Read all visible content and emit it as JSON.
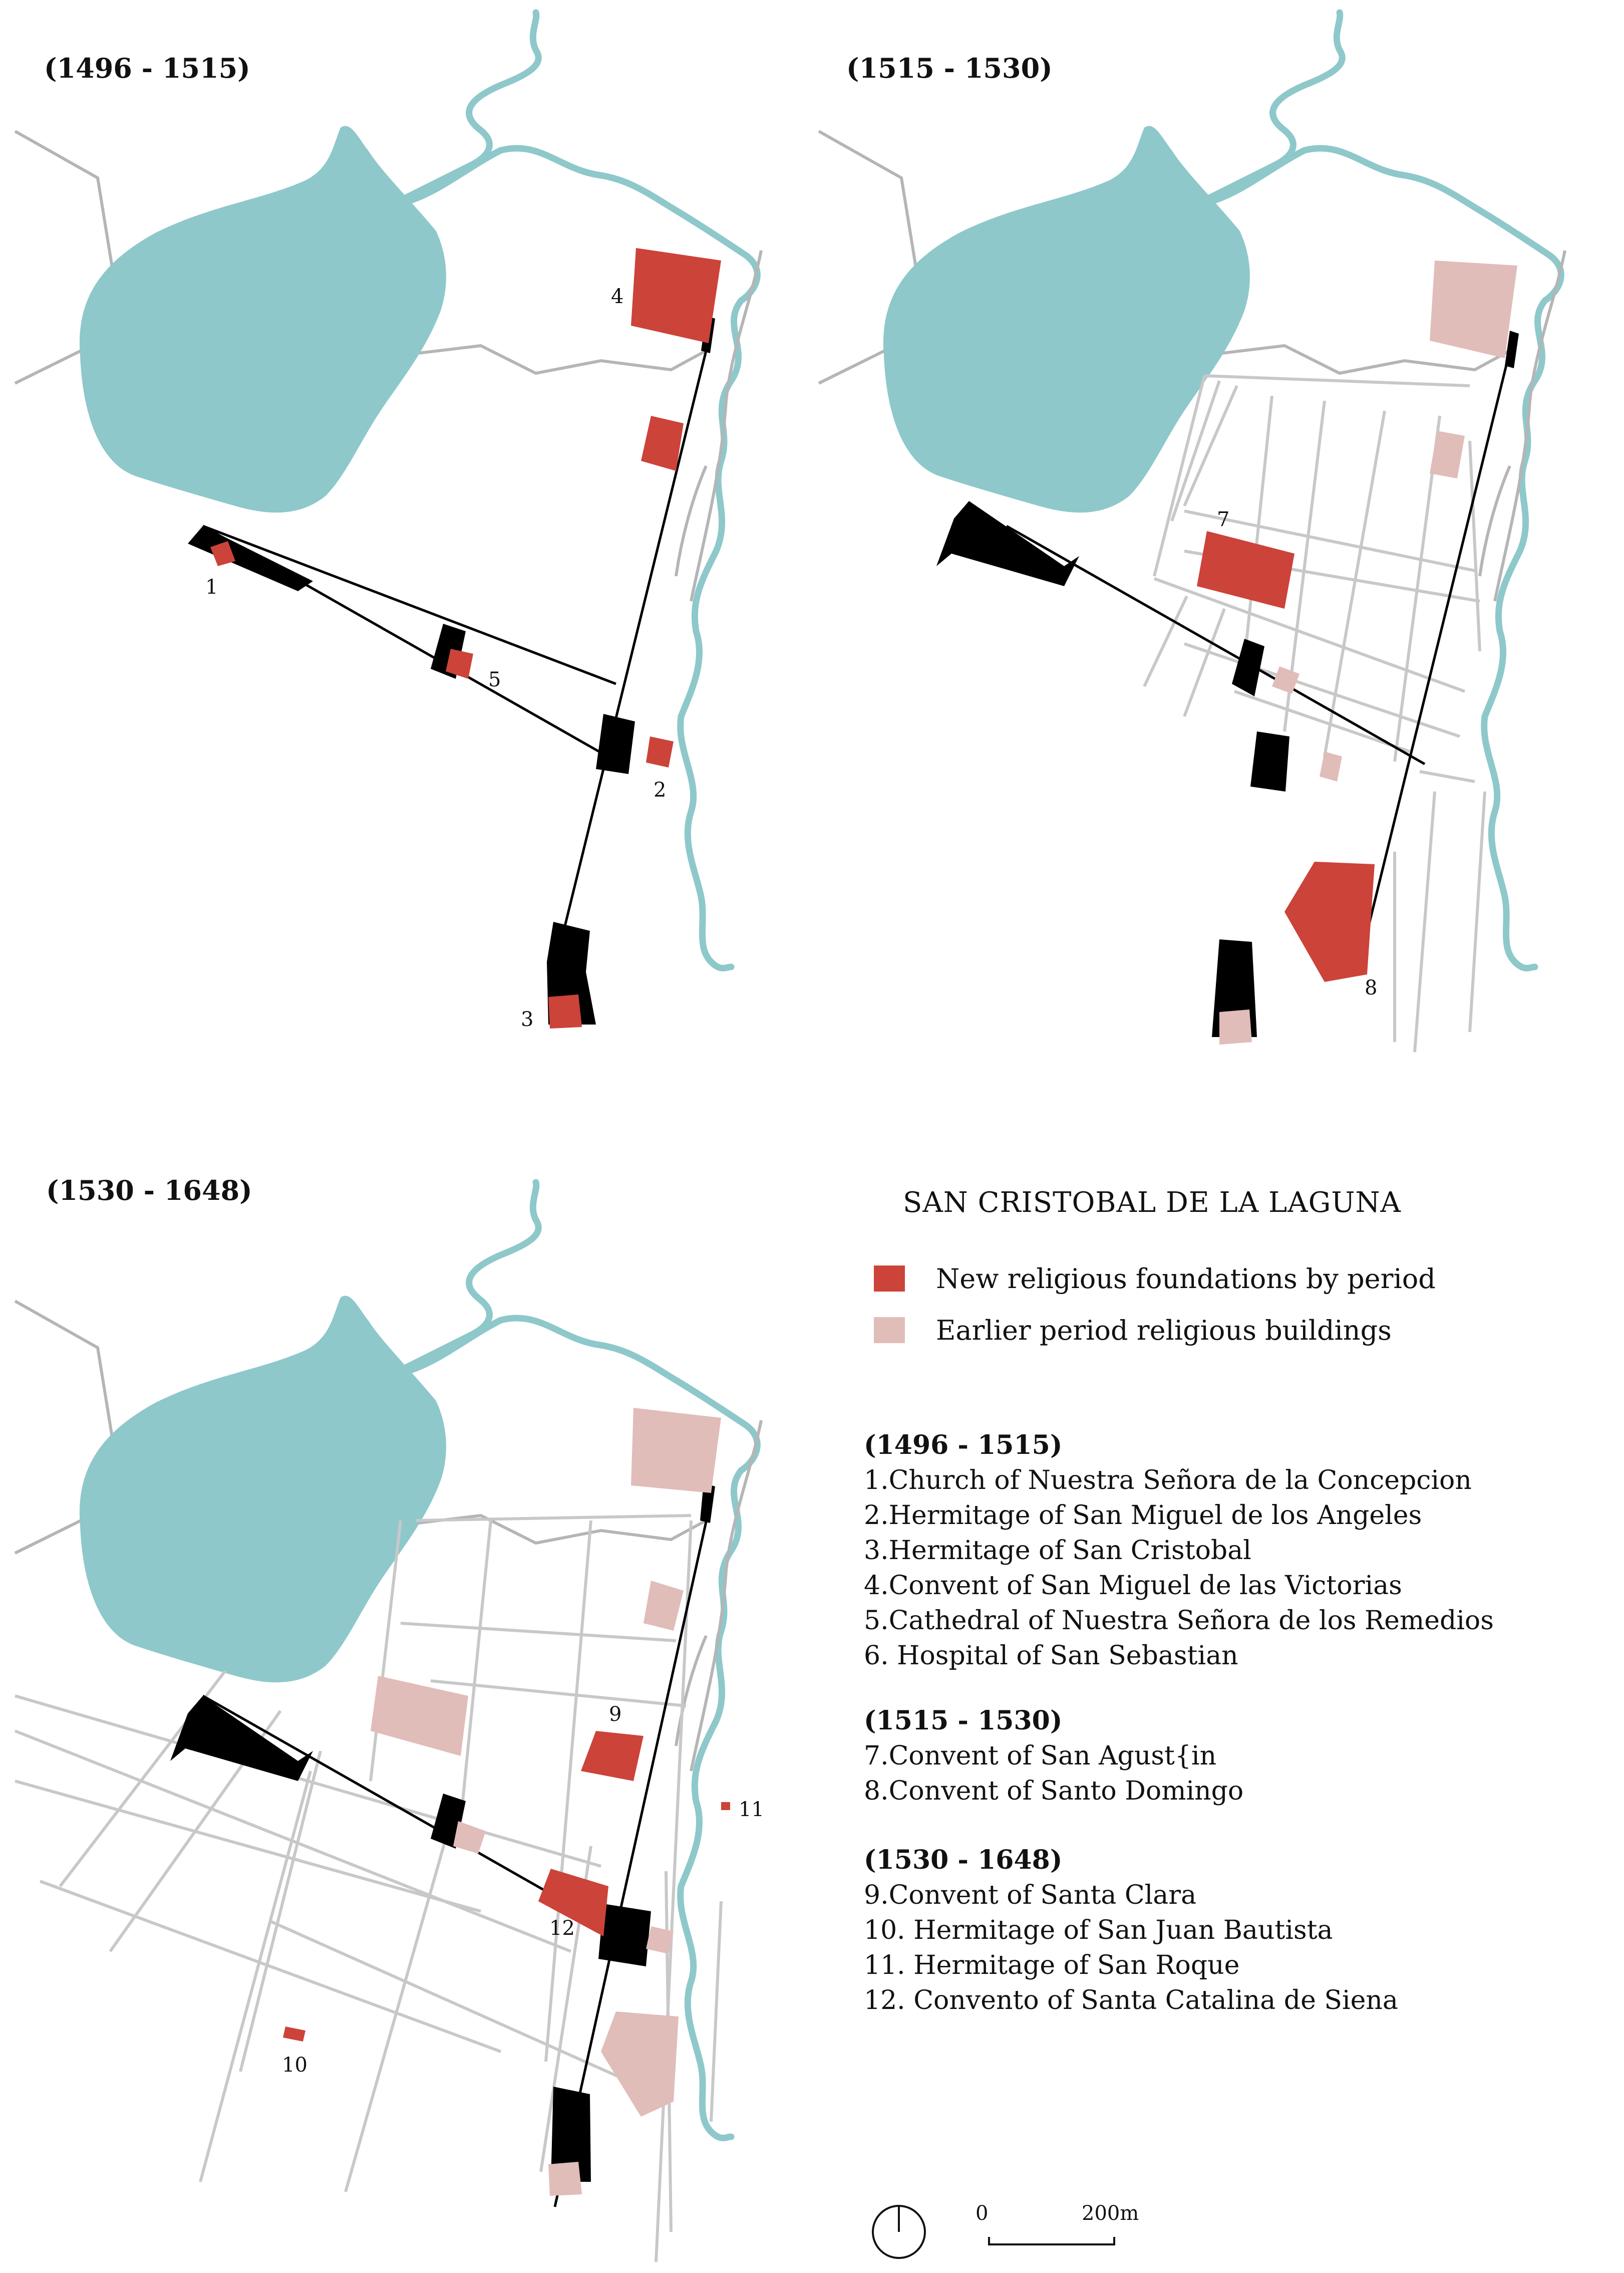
{
  "panels": [
    {
      "period": "(1496 - 1515)",
      "numbers": [
        "1",
        "2",
        "3",
        "4",
        "5"
      ]
    },
    {
      "period": "(1515 - 1530)",
      "numbers": [
        "7",
        "8"
      ]
    },
    {
      "period": "(1530 - 1648)",
      "numbers": [
        "9",
        "10",
        "11",
        "12"
      ]
    }
  ],
  "legend": {
    "title": "SAN CRISTOBAL DE LA LAGUNA",
    "items": [
      {
        "label": "New religious foundations by period",
        "color": "#cc4339"
      },
      {
        "label": "Earlier period religious buildings",
        "color": "#e0bdb9"
      }
    ]
  },
  "groups": [
    {
      "heading": "(1496 - 1515)",
      "items": [
        "1.Church of Nuestra Señora de la Concepcion",
        "2.Hermitage of San Miguel de los Angeles",
        "3.Hermitage of San Cristobal",
        "4.Convent of San Miguel de las Victorias",
        "5.Cathedral of Nuestra Señora de los Remedios",
        "6. Hospital of San Sebastian"
      ]
    },
    {
      "heading": "(1515 - 1530)",
      "items": [
        "7.Convent of San Agust{in",
        "8.Convent of Santo Domingo"
      ]
    },
    {
      "heading": "(1530 - 1648)",
      "items": [
        "9.Convent of Santa Clara",
        "10.  Hermitage of San Juan Bautista",
        "11.  Hermitage of San Roque",
        "12.  Convento of Santa Catalina de Siena"
      ]
    }
  ],
  "scale": {
    "start": "0",
    "end": "200m"
  },
  "colors": {
    "water": "#8ec8cb",
    "new": "#cc4339",
    "earlier": "#e0bdb9",
    "existing": "#000000",
    "streets": "#c8c8c8"
  }
}
